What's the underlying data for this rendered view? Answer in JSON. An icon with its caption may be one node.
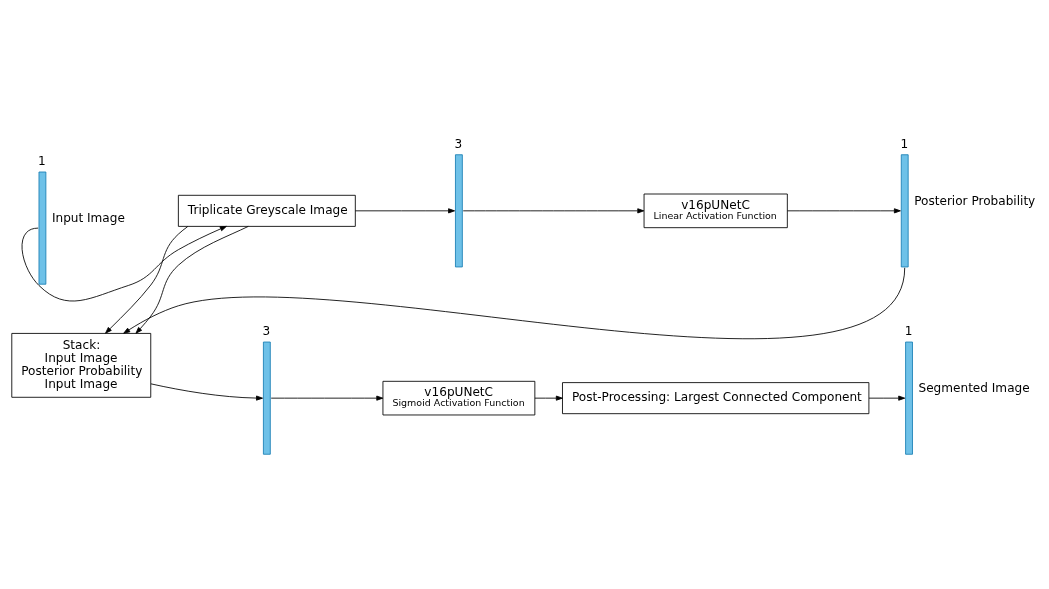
{
  "diagram": {
    "nodes": [
      {
        "text": [
          "1"
        ],
        "beside": [
          "Input Image"
        ]
      },
      {
        "text": [
          "Triplicate Greyscale Image"
        ]
      },
      {
        "text": [
          "3"
        ]
      },
      {
        "text": [
          "v16pUNetC",
          "Linear Activation Function"
        ]
      },
      {
        "text": [
          "1"
        ],
        "beside": [
          "Posterior Probability"
        ]
      },
      {
        "text": [
          "Stack:",
          "Input Image",
          "Posterior Probability",
          "Input Image"
        ]
      },
      {
        "text": [
          "3"
        ]
      },
      {
        "text": [
          "v16pUNetC",
          "Sigmoid Activation Function"
        ]
      },
      {
        "text": [
          "Post-Processing: Largest Connected Component"
        ]
      },
      {
        "text": [
          "1"
        ],
        "beside": [
          "Segmented Image"
        ]
      }
    ],
    "edges": [
      {
        "from": 0,
        "to": 1,
        "arrow": "to"
      },
      {
        "from": 1,
        "to": 2,
        "arrow": "to"
      },
      {
        "from": 2,
        "to": 3,
        "arrow": "to"
      },
      {
        "from": 3,
        "to": 4,
        "arrow": "to"
      },
      {
        "from": 1,
        "to": 5,
        "arrow": "to"
      },
      {
        "from": 4,
        "to": 5,
        "arrow": "to"
      },
      {
        "from": 1,
        "to": 5,
        "arrow": "to"
      },
      {
        "from": 5,
        "to": 6,
        "arrow": "to"
      },
      {
        "from": 6,
        "to": 7,
        "arrow": "to"
      },
      {
        "from": 7,
        "to": 8,
        "arrow": "to"
      },
      {
        "from": 8,
        "to": 9,
        "arrow": "to"
      }
    ]
  }
}
